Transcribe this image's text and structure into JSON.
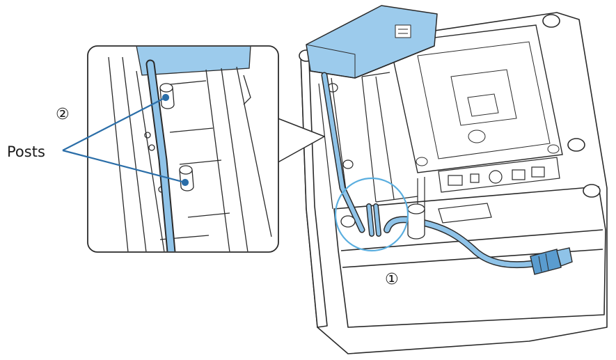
{
  "labels": {
    "posts": "Posts",
    "step_two": "②",
    "step_one": "①"
  },
  "colors": {
    "line": "#2a2a2a",
    "cable": "#8fc3e8",
    "cable_dark": "#5a9ccf",
    "cover": "#9ccbec",
    "callout": "#5aaedf",
    "leader": "#2b6ea8",
    "body": "#ffffff"
  },
  "icons": [
    "connector-plug-icon",
    "ethernet-port-icon",
    "usb-port-icon",
    "round-port-icon"
  ]
}
